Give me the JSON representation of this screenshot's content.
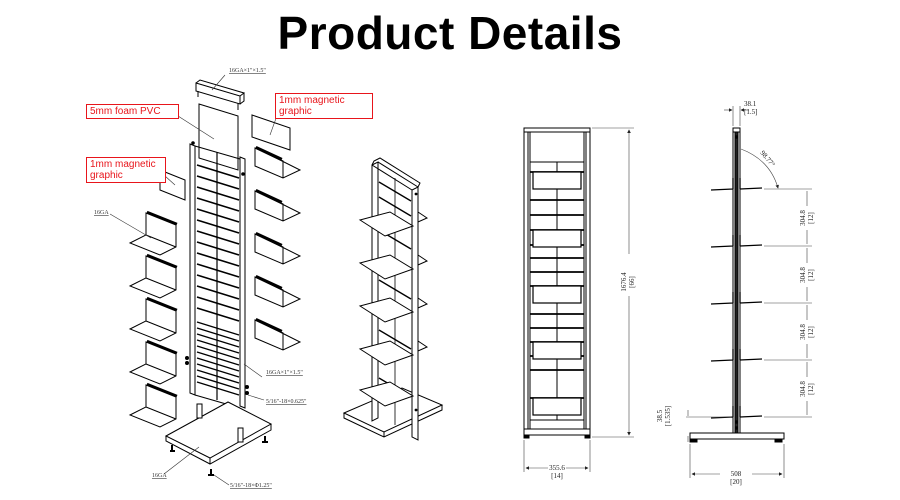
{
  "title": "Product Details",
  "callouts": {
    "foam_pvc": "5mm foam PVC",
    "magnetic_top": "1mm magnetic graphic",
    "magnetic_left": "1mm magnetic\ngraphic"
  },
  "exploded_labels": {
    "header_tube": "16GA×1\"×1.5\"",
    "shelf": "16GA",
    "upright_tube": "16GA×1\"×1.5\"",
    "bolt_upright": "5/16\"-18×0.625\"",
    "base": "16GA",
    "leveler": "5/16\"-18×Φ1.25\""
  },
  "front_view": {
    "height_mm": "1676.4",
    "height_in": "[66]",
    "width_mm": "355.6",
    "width_in": "[14]"
  },
  "side_view": {
    "top_tube_mm": "38.1",
    "top_tube_in": "[1.5]",
    "shelf_angle": "98.77°",
    "shelf_spacing": [
      {
        "mm": "304.8",
        "in": "[12]"
      },
      {
        "mm": "304.8",
        "in": "[12]"
      },
      {
        "mm": "304.8",
        "in": "[12]"
      },
      {
        "mm": "304.8",
        "in": "[12]"
      }
    ],
    "bottom_offset_mm": "38.5",
    "bottom_offset_in": "[1.535]",
    "base_depth_mm": "508",
    "base_depth_in": "[20]"
  },
  "colors": {
    "callout": "#e8151b",
    "line": "#000000",
    "dim_line": "#333333"
  }
}
